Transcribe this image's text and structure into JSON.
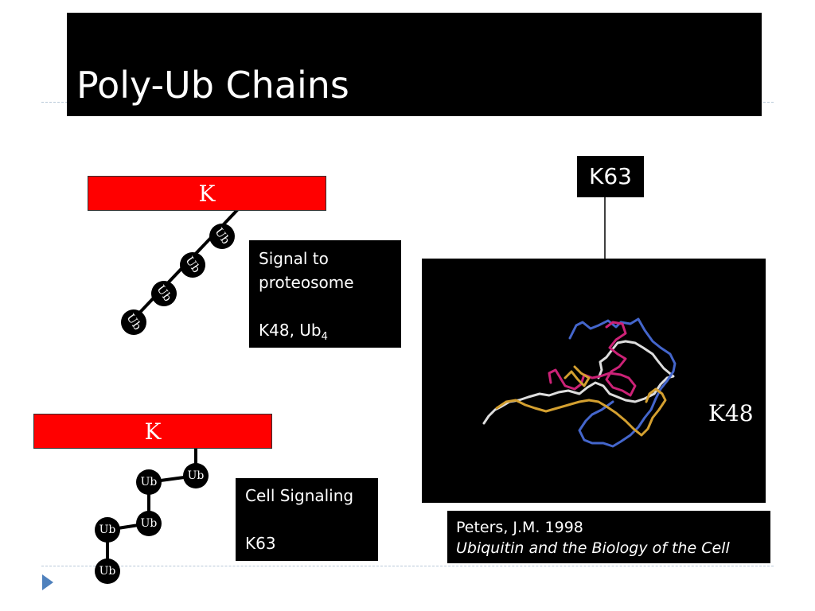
{
  "slide": {
    "title": "Poly-Ub Chains"
  },
  "diagram_top": {
    "lysine_label": "K",
    "ub_labels": [
      "Ub",
      "Ub",
      "Ub",
      "Ub"
    ],
    "info_line1": "Signal to",
    "info_line2": "proteosome",
    "info_line3": "K48, Ub",
    "info_subscript": "4"
  },
  "diagram_bottom": {
    "lysine_label": "K",
    "ub_labels": [
      "Ub",
      "Ub",
      "Ub",
      "Ub",
      "Ub"
    ],
    "info_line1": "Cell Signaling",
    "info_line2": "K63"
  },
  "structure": {
    "k63_label": "K63",
    "k48_label": "K48",
    "citation_line1": "Peters, J.M. 1998",
    "citation_line2": "Ubiquitin and the Biology of the Cell",
    "colors": {
      "blue": "#4466cc",
      "magenta": "#cc2277",
      "gold": "#d4a030",
      "white": "#dddddd"
    }
  },
  "colors": {
    "red": "#ff0000",
    "bullet": "#4f81bd"
  }
}
